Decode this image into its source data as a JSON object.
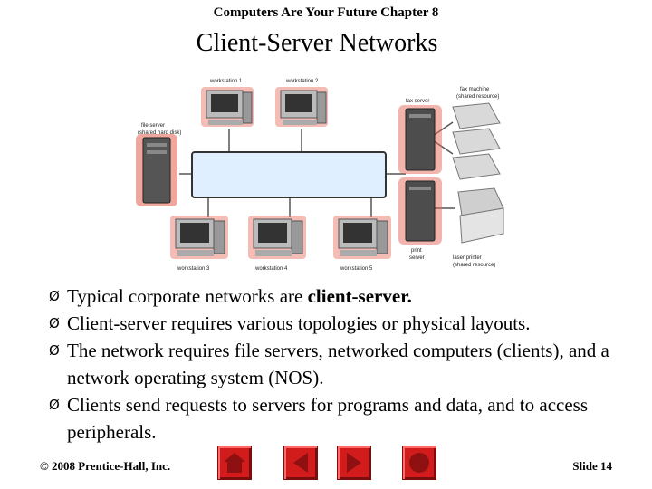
{
  "header": {
    "text": "Computers Are Your Future  Chapter 8"
  },
  "slide": {
    "title": "Client-Server Networks"
  },
  "diagram": {
    "labels": {
      "file_server": "file server",
      "file_server_sub": "(shared hard disk)",
      "workstation_1": "workstation 1",
      "workstation_2": "workstation 2",
      "workstation_3": "workstation 3",
      "workstation_4": "workstation 4",
      "workstation_5": "workstation 5",
      "fax_server": "fax server",
      "fax_machine": "fax machine",
      "fax_machine_sub": "(shared resource)",
      "print_server": "print",
      "print_server_2": "server",
      "laser_printer": "laser printer",
      "laser_printer_sub": "(shared resource)"
    }
  },
  "bullets": [
    {
      "text": "Typical corporate networks are ",
      "bold": "client-server."
    },
    {
      "text": "Client-server requires various topologies or physical layouts."
    },
    {
      "text": "The network requires file servers, networked computers (clients), and a network operating system (NOS)."
    },
    {
      "text": "Clients send requests to servers for programs and data, and to access peripherals."
    }
  ],
  "bullet_marker": "Ø",
  "footer": {
    "copyright": "© 2008 Prentice-Hall, Inc.",
    "slide_number": "Slide 14"
  },
  "nav": {
    "home": "home-icon",
    "back": "back-arrow-icon",
    "forward": "forward-arrow-icon",
    "end": "end-show-icon"
  },
  "colors": {
    "nav_red": "#d21c1c",
    "hub_fill": "#dfefff",
    "server_glow": "#e56b5c"
  }
}
